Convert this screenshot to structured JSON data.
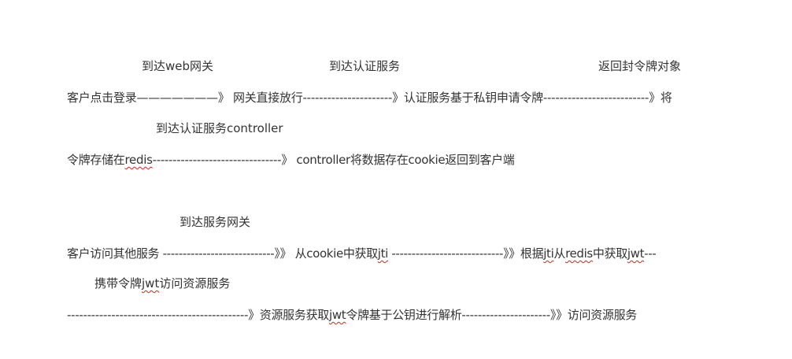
{
  "section1": {
    "label_gateway": "到达web网关",
    "label_auth": "到达认证服务",
    "label_return": "返回封令牌对象",
    "line1": {
      "part1": "客户点击登录———————》 网关直接放行----------------------》认证服务基于私钥申请令牌--------------------------》将"
    },
    "label_controller": "到达认证服务controller",
    "line2": {
      "prefix": "令牌存储在",
      "redis": "redis",
      "suffix": "--------------------------------》 controller将数据存在cookie返回到客户端"
    }
  },
  "section2": {
    "label_service_gateway": "到达服务网关",
    "line3": {
      "part1": "客户访问其他服务 ----------------------------》》 从cookie中获取",
      "jti1": "jti",
      "part2": " ----------------------------》》根据",
      "jti2": "jti",
      "part3": "从",
      "redis": "redis",
      "part4": "中获取",
      "jwt1": "jwt",
      "part5": "---"
    },
    "label_carry": {
      "prefix": "携带令牌",
      "jwt": "jwt",
      "suffix": "访问资源服务"
    },
    "line4": {
      "part1": "---------------------------------------------》资源服务获取",
      "jwt": "jwt",
      "part2": "令牌基于公钥进行解析----------------------》》访问资源服务"
    }
  },
  "colors": {
    "text": "#333333",
    "spellcheck_underline": "#e0211a"
  }
}
